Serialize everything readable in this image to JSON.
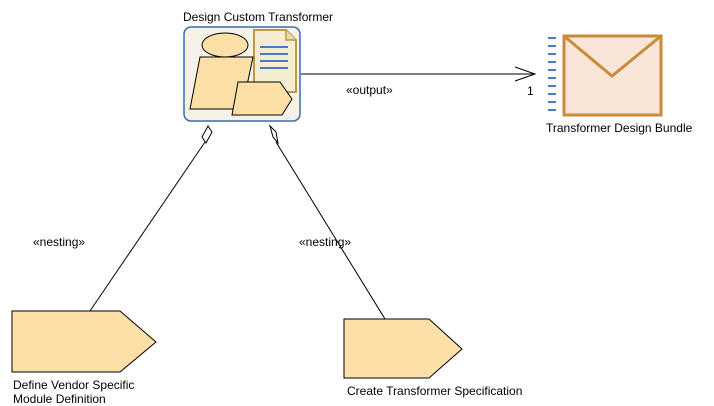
{
  "nodes": {
    "design_custom_transformer": {
      "label": "Design Custom Transformer"
    },
    "transformer_design_bundle": {
      "label": "Transformer Design Bundle"
    },
    "define_vendor_specific": {
      "label_line1": "Define Vendor Specific",
      "label_line2": "Module Definition"
    },
    "create_transformer_spec": {
      "label": "Create Transformer Specification"
    }
  },
  "edges": {
    "output": {
      "stereotype": "«output»",
      "multiplicity": "1"
    },
    "nesting_left": {
      "stereotype": "«nesting»"
    },
    "nesting_right": {
      "stereotype": "«nesting»"
    }
  },
  "colors": {
    "task_fill": "#fde0a8",
    "task_stroke": "#000000",
    "process_bg": "#f7f2e8",
    "process_border": "#3a6ea5",
    "bundle_fill": "#fae6d8",
    "bundle_stroke": "#c98a3a",
    "doc_fill": "#f5edd2",
    "doc_stroke": "#b89a4a",
    "doc_lines": "#4a79c6",
    "dash_marks": "#4a79c6"
  }
}
